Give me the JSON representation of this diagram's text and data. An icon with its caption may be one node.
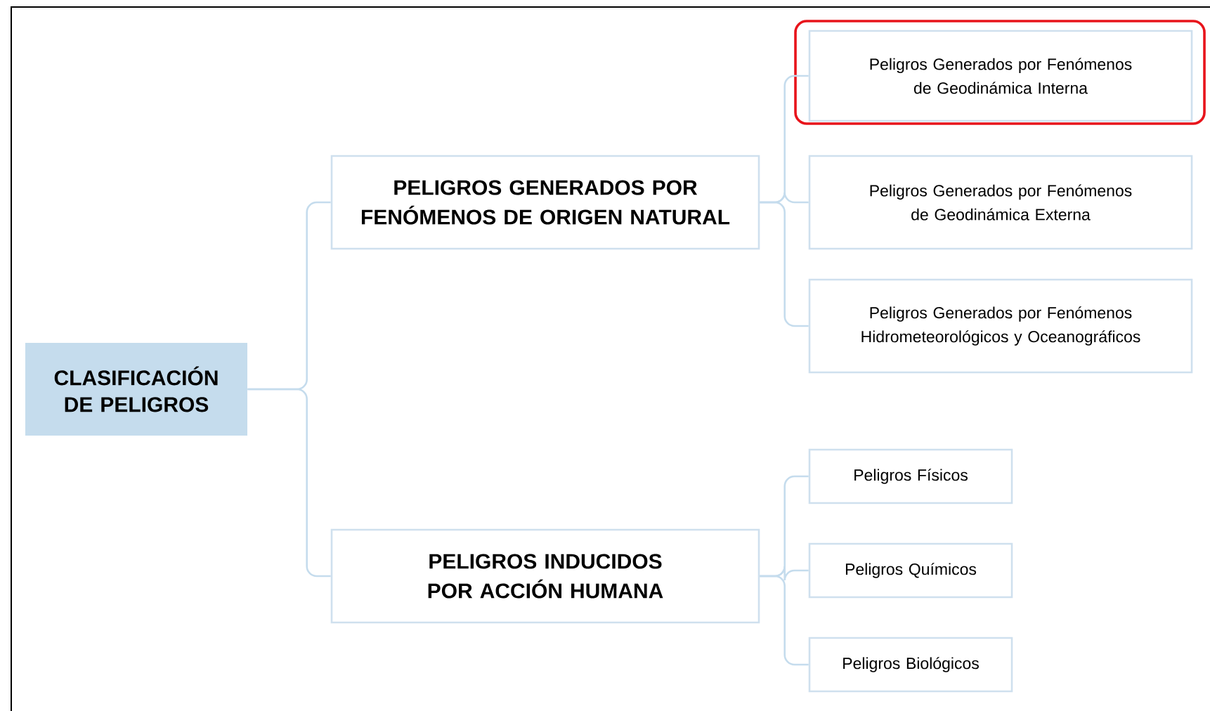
{
  "diagram": {
    "nodes": [
      {
        "text": [
          "CLASIFICACIÓN DE PELIGROS"
        ]
      },
      {
        "text": [
          "PELIGROS GENERADOS POR FENÓMENOS DE ORIGEN NATURAL"
        ]
      },
      {
        "text": [
          "PELIGROS INDUCIDOS POR ACCIÓN HUMANA"
        ]
      },
      {
        "text": [
          "Peligros Generados por Fenómenos de Geodinámica Interna"
        ]
      },
      {
        "text": [
          "Peligros Generados por Fenómenos de Geodinámica Externa"
        ]
      },
      {
        "text": [
          "Peligros Generados por Fenómenos Hidrometeorológicos y Oceanográficos"
        ]
      },
      {
        "text": [
          "Peligros Físicos"
        ]
      },
      {
        "text": [
          "Peligros Químicos"
        ]
      },
      {
        "text": [
          "Peligros Biológicos"
        ]
      }
    ],
    "edges": [
      {
        "from": 0,
        "to": 1,
        "arrow": "none"
      },
      {
        "from": 0,
        "to": 2,
        "arrow": "none"
      },
      {
        "from": 1,
        "to": 3,
        "arrow": "none"
      },
      {
        "from": 1,
        "to": 4,
        "arrow": "none"
      },
      {
        "from": 1,
        "to": 5,
        "arrow": "none"
      },
      {
        "from": 2,
        "to": 6,
        "arrow": "none"
      },
      {
        "from": 2,
        "to": 7,
        "arrow": "none"
      },
      {
        "from": 2,
        "to": 8,
        "arrow": "none"
      }
    ]
  }
}
